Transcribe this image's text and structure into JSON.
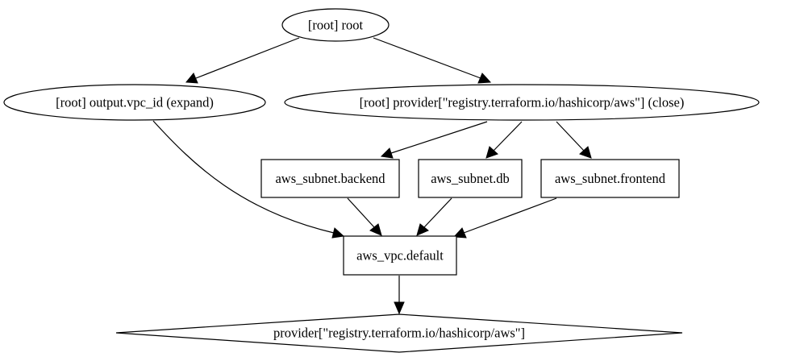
{
  "graph": {
    "nodes": {
      "root": {
        "label": "[root] root",
        "shape": "ellipse"
      },
      "output_vpc_id": {
        "label": "[root] output.vpc_id (expand)",
        "shape": "ellipse"
      },
      "provider_close": {
        "label": "[root] provider[\"registry.terraform.io/hashicorp/aws\"] (close)",
        "shape": "ellipse"
      },
      "subnet_backend": {
        "label": "aws_subnet.backend",
        "shape": "box"
      },
      "subnet_db": {
        "label": "aws_subnet.db",
        "shape": "box"
      },
      "subnet_frontend": {
        "label": "aws_subnet.frontend",
        "shape": "box"
      },
      "vpc_default": {
        "label": "aws_vpc.default",
        "shape": "box"
      },
      "provider": {
        "label": "provider[\"registry.terraform.io/hashicorp/aws\"]",
        "shape": "diamond"
      }
    },
    "edges": [
      {
        "from": "root",
        "to": "output_vpc_id"
      },
      {
        "from": "root",
        "to": "provider_close"
      },
      {
        "from": "provider_close",
        "to": "subnet_backend"
      },
      {
        "from": "provider_close",
        "to": "subnet_db"
      },
      {
        "from": "provider_close",
        "to": "subnet_frontend"
      },
      {
        "from": "output_vpc_id",
        "to": "vpc_default"
      },
      {
        "from": "subnet_backend",
        "to": "vpc_default"
      },
      {
        "from": "subnet_db",
        "to": "vpc_default"
      },
      {
        "from": "subnet_frontend",
        "to": "vpc_default"
      },
      {
        "from": "vpc_default",
        "to": "provider"
      }
    ]
  }
}
